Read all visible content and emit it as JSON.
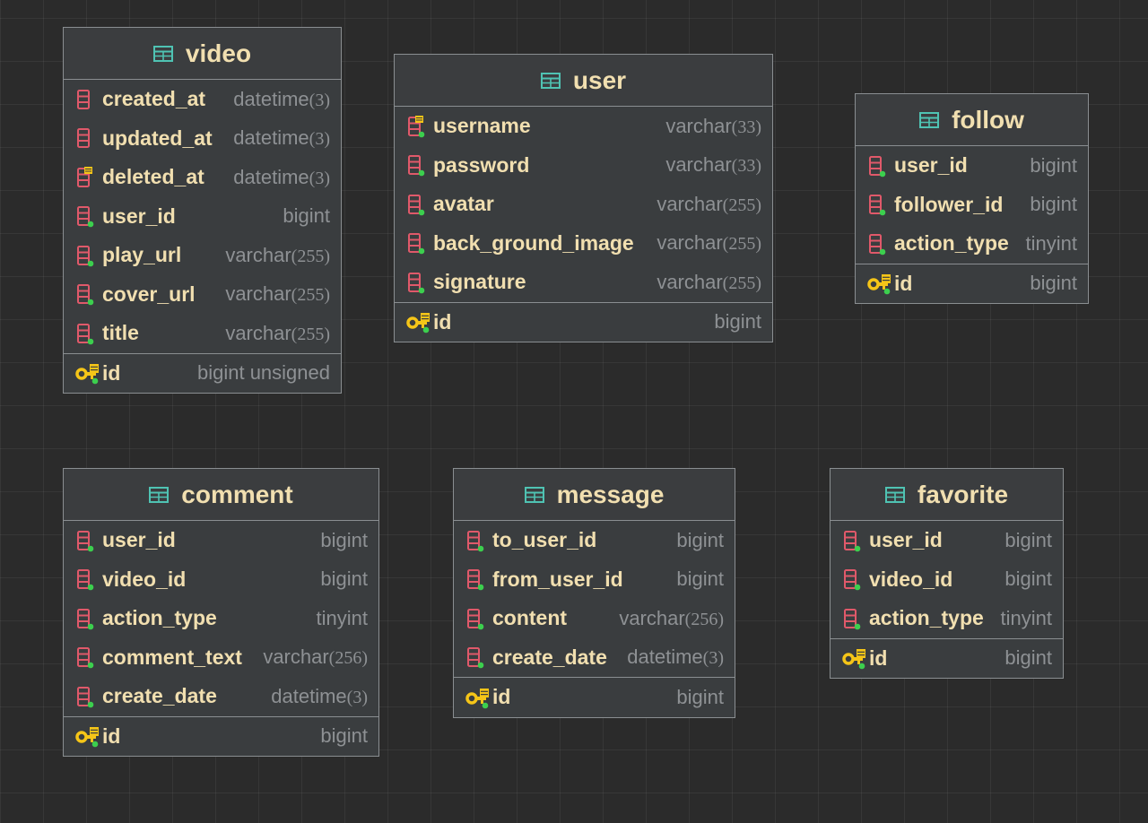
{
  "tables": [
    {
      "id": "video",
      "title": "video",
      "columns": [
        {
          "name": "created_at",
          "type": "datetime",
          "paren": "(3)",
          "icon": "column-icon"
        },
        {
          "name": "updated_at",
          "type": "datetime",
          "paren": "(3)",
          "icon": "column-icon"
        },
        {
          "name": "deleted_at",
          "type": "datetime",
          "paren": "(3)",
          "icon": "index-column-icon"
        },
        {
          "name": "user_id",
          "type": "bigint",
          "paren": "",
          "icon": "not-null-column-icon"
        },
        {
          "name": "play_url",
          "type": "varchar",
          "paren": "(255)",
          "icon": "not-null-column-icon"
        },
        {
          "name": "cover_url",
          "type": "varchar",
          "paren": "(255)",
          "icon": "not-null-column-icon"
        },
        {
          "name": "title",
          "type": "varchar",
          "paren": "(255)",
          "icon": "not-null-column-icon"
        }
      ],
      "pk": {
        "name": "id",
        "type": "bigint unsigned",
        "paren": "",
        "icon": "primary-key-icon"
      }
    },
    {
      "id": "user",
      "title": "user",
      "columns": [
        {
          "name": "username",
          "type": "varchar",
          "paren": "(33)",
          "icon": "unique-index-column-icon"
        },
        {
          "name": "password",
          "type": "varchar",
          "paren": "(33)",
          "icon": "not-null-column-icon"
        },
        {
          "name": "avatar",
          "type": "varchar",
          "paren": "(255)",
          "icon": "not-null-column-icon"
        },
        {
          "name": "back_ground_image",
          "type": "varchar",
          "paren": "(255)",
          "icon": "not-null-column-icon"
        },
        {
          "name": "signature",
          "type": "varchar",
          "paren": "(255)",
          "icon": "not-null-column-icon"
        }
      ],
      "pk": {
        "name": "id",
        "type": "bigint",
        "paren": "",
        "icon": "primary-key-icon"
      }
    },
    {
      "id": "follow",
      "title": "follow",
      "columns": [
        {
          "name": "user_id",
          "type": "bigint",
          "paren": "",
          "icon": "not-null-column-icon"
        },
        {
          "name": "follower_id",
          "type": "bigint",
          "paren": "",
          "icon": "not-null-column-icon"
        },
        {
          "name": "action_type",
          "type": "tinyint",
          "paren": "",
          "icon": "not-null-column-icon"
        }
      ],
      "pk": {
        "name": "id",
        "type": "bigint",
        "paren": "",
        "icon": "primary-key-icon"
      }
    },
    {
      "id": "comment",
      "title": "comment",
      "columns": [
        {
          "name": "user_id",
          "type": "bigint",
          "paren": "",
          "icon": "not-null-column-icon"
        },
        {
          "name": "video_id",
          "type": "bigint",
          "paren": "",
          "icon": "not-null-column-icon"
        },
        {
          "name": "action_type",
          "type": "tinyint",
          "paren": "",
          "icon": "not-null-column-icon"
        },
        {
          "name": "comment_text",
          "type": "varchar",
          "paren": "(256)",
          "icon": "not-null-column-icon"
        },
        {
          "name": "create_date",
          "type": "datetime",
          "paren": "(3)",
          "icon": "not-null-column-icon"
        }
      ],
      "pk": {
        "name": "id",
        "type": "bigint",
        "paren": "",
        "icon": "primary-key-icon"
      }
    },
    {
      "id": "message",
      "title": "message",
      "columns": [
        {
          "name": "to_user_id",
          "type": "bigint",
          "paren": "",
          "icon": "not-null-column-icon"
        },
        {
          "name": "from_user_id",
          "type": "bigint",
          "paren": "",
          "icon": "not-null-column-icon"
        },
        {
          "name": "content",
          "type": "varchar",
          "paren": "(256)",
          "icon": "not-null-column-icon"
        },
        {
          "name": "create_date",
          "type": "datetime",
          "paren": "(3)",
          "icon": "not-null-column-icon"
        }
      ],
      "pk": {
        "name": "id",
        "type": "bigint",
        "paren": "",
        "icon": "primary-key-icon"
      }
    },
    {
      "id": "favorite",
      "title": "favorite",
      "columns": [
        {
          "name": "user_id",
          "type": "bigint",
          "paren": "",
          "icon": "not-null-column-icon"
        },
        {
          "name": "video_id",
          "type": "bigint",
          "paren": "",
          "icon": "not-null-column-icon"
        },
        {
          "name": "action_type",
          "type": "tinyint",
          "paren": "",
          "icon": "not-null-column-icon"
        }
      ],
      "pk": {
        "name": "id",
        "type": "bigint",
        "paren": "",
        "icon": "primary-key-icon"
      }
    }
  ],
  "colors": {
    "background": "#2b2b2b",
    "table_fill": "#3a3d3f",
    "table_border": "#8a8e91",
    "name_text": "#f1dfb0",
    "type_text": "#8e9194",
    "table_icon": "#4fc3b3",
    "column_icon": "#e0596a",
    "key_icon": "#f5c518",
    "not_null_dot": "#3ccf4e"
  }
}
